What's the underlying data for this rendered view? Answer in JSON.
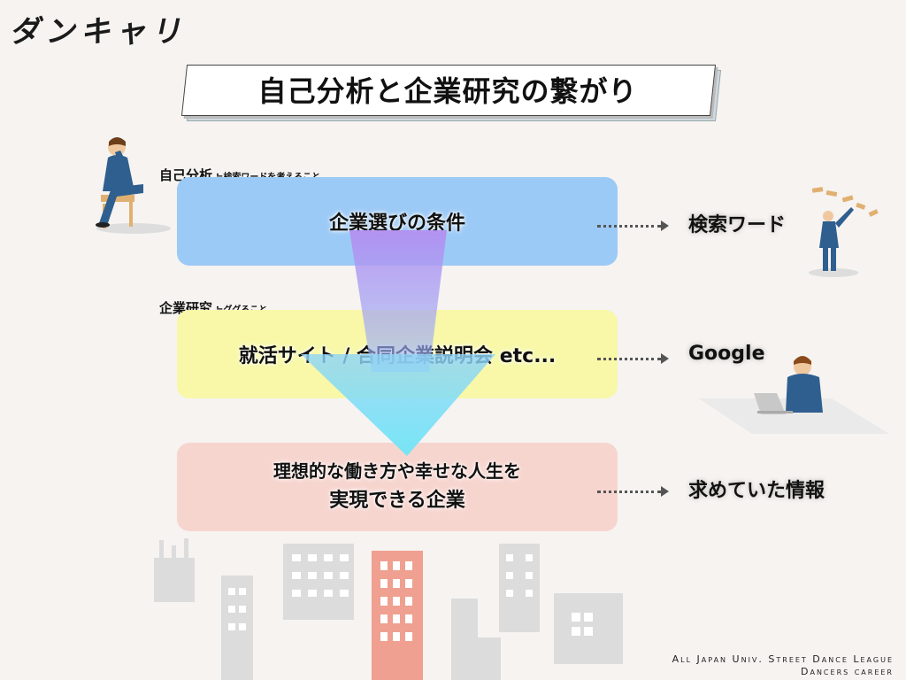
{
  "brand": {
    "logo": "ダンキャリ"
  },
  "title": "自己分析と企業研究の繋がり",
  "sections": [
    {
      "label": "自己分析",
      "sublabel": "≒検索ワードを考えること",
      "box_text": "企業選びの条件",
      "result": "検索ワード"
    },
    {
      "label": "企業研究",
      "sublabel": "≒ググること",
      "box_text": "就活サイト / 合同企業説明会 etc...",
      "result": "Google"
    },
    {
      "box_line1": "理想的な働き方や幸せな人生を",
      "box_line2": "実現できる企業",
      "result": "求めていた情報"
    }
  ],
  "footer": {
    "line1": "All Japan Univ. Street Dance League",
    "line2": "Dancers career"
  },
  "colors": {
    "box1": "#9ccaf6",
    "box2": "#f8f8a8",
    "box3": "#f7d5cf",
    "funnel_top": "#b48cf0",
    "funnel_bottom": "#6fe6f7"
  },
  "illustrations": [
    "thinking-person-icon",
    "person-with-papers-icon",
    "person-at-laptop-icon",
    "city-skyline-icon"
  ]
}
